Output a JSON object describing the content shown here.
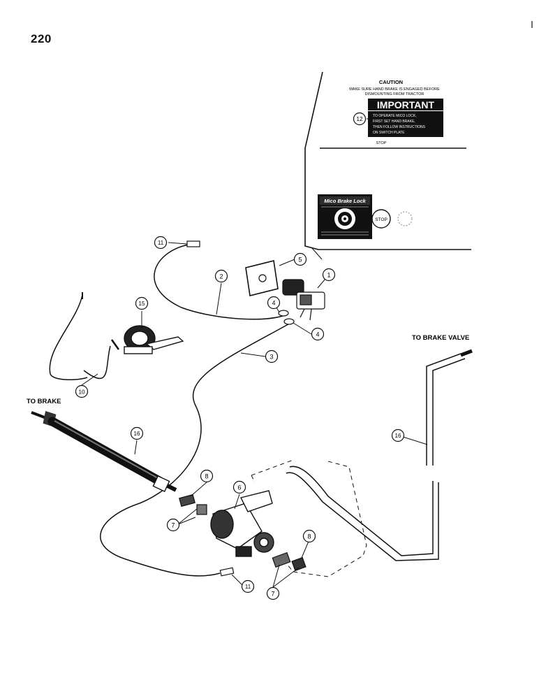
{
  "page_number": "220",
  "decal": {
    "caution_title": "CAUTION",
    "caution_line1": "MAKE SURE HAND BRAKE IS ENGAGED BEFORE",
    "caution_line2": "DISMOUNTING FROM TRACTOR",
    "important_title": "IMPORTANT",
    "important_lines": [
      "TO OPERATE MICO LOCK,",
      "FIRST SET HAND BRAKE,",
      "THEN FOLLOW INSTRUCTIONS",
      "ON SWITCH PLATE"
    ],
    "stop_label": "STOP"
  },
  "switch_plate": {
    "brand": "Mico Brake Lock",
    "stop_button": "STOP"
  },
  "labels": {
    "to_brake_valve": "TO BRAKE VALVE",
    "to_brake": "TO BRAKE"
  },
  "callouts": {
    "c1": "1",
    "c2": "2",
    "c3": "3",
    "c4a": "4",
    "c4b": "4",
    "c5": "5",
    "c6": "6",
    "c7a": "7",
    "c7b": "7",
    "c8a": "8",
    "c8b": "8",
    "c10": "10",
    "c11a": "11",
    "c11b": "11",
    "c12": "12",
    "c15": "15",
    "c16a": "16",
    "c16b": "16"
  }
}
